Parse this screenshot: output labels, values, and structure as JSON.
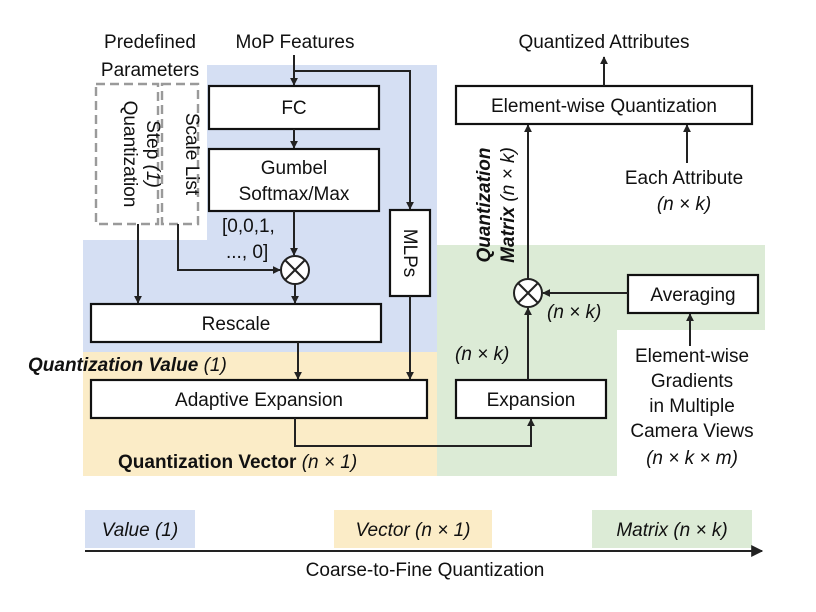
{
  "colors": {
    "value_bg": "#d5dff3",
    "vector_bg": "#fbecc7",
    "matrix_bg": "#dcebd6"
  },
  "inputs": {
    "predefined_parameters": "Predefined Parameters",
    "mop_features": "MoP Features",
    "quantization_step": "Quantization Step (1)",
    "scale_list": "Scale List"
  },
  "boxes": {
    "fc": "FC",
    "gumbel_line1": "Gumbel",
    "gumbel_line2": "Softmax/Max",
    "mlps": "MLPs",
    "rescale": "Rescale",
    "adaptive_expansion": "Adaptive Expansion",
    "expansion": "Expansion",
    "elementwise_quantization": "Element-wise Quantization",
    "averaging": "Averaging"
  },
  "labels": {
    "onehot_line1": "[0,0,1,",
    "onehot_line2": "..., 0]",
    "quantization_value": "Quantization Value",
    "quantization_value_dim": "(1)",
    "quantization_vector": "Quantization Vector",
    "quantization_vector_dim": "(n × 1)",
    "quantization_matrix_line1": "Quantization",
    "quantization_matrix_line2": "Matrix",
    "quantization_matrix_dim": "(n × k)",
    "nk_left": "(n × k)",
    "nk_right": "(n × k)",
    "quantized_attributes": "Quantized Attributes",
    "each_attribute": "Each Attribute",
    "each_attribute_dim": "(n × k)",
    "gradients_line1": "Element-wise",
    "gradients_line2": "Gradients",
    "gradients_line3": "in Multiple",
    "gradients_line4": "Camera Views",
    "gradients_dim": "(n × k × m)"
  },
  "legend": {
    "value": "Value (1)",
    "vector": "Vector (n × 1)",
    "matrix": "Matrix (n × k)",
    "axis_label": "Coarse-to-Fine Quantization"
  }
}
